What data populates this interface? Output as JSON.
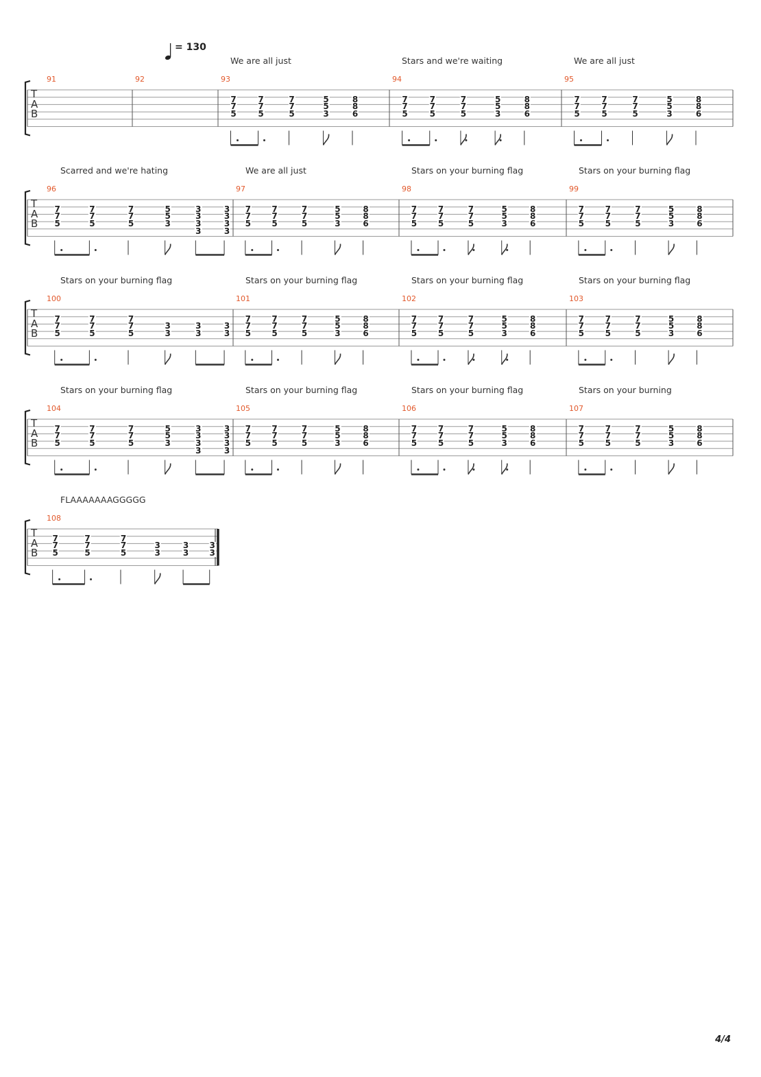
{
  "tempo": {
    "bpm_text": "= 130",
    "icon": "quarter-note-icon"
  },
  "page_number": "4/4",
  "tab_clef": [
    "T",
    "A",
    "B"
  ],
  "systems": [
    {
      "measures": [
        {
          "num": "91",
          "lyric": "",
          "beats": [],
          "rhythm": []
        },
        {
          "num": "92",
          "lyric": "",
          "beats": [],
          "rhythm": []
        },
        {
          "num": "93",
          "lyric": "We are all just",
          "beats": [
            [
              "7",
              "7",
              "5"
            ],
            [
              "7",
              "7",
              "5"
            ],
            [
              "7",
              "7",
              "5"
            ],
            [
              "5",
              "5",
              "3"
            ],
            [
              "8",
              "8",
              "6"
            ]
          ],
          "rhythm": [
            "beam",
            "dot",
            "q",
            "f",
            "q"
          ]
        },
        {
          "num": "94",
          "lyric": "Stars and we're waiting",
          "beats": [
            [
              "7",
              "7",
              "5"
            ],
            [
              "7",
              "7",
              "5"
            ],
            [
              "7",
              "7",
              "5"
            ],
            [
              "5",
              "5",
              "3"
            ],
            [
              "8",
              "8",
              "6"
            ]
          ],
          "rhythm": [
            "beam",
            "dot",
            "fdot",
            "fdot",
            "q"
          ]
        },
        {
          "num": "95",
          "lyric": "We are all just",
          "beats": [
            [
              "7",
              "7",
              "5"
            ],
            [
              "7",
              "7",
              "5"
            ],
            [
              "7",
              "7",
              "5"
            ],
            [
              "5",
              "5",
              "3"
            ],
            [
              "8",
              "8",
              "6"
            ]
          ],
          "rhythm": [
            "beam",
            "dot",
            "q",
            "f",
            "q"
          ]
        }
      ]
    },
    {
      "measures": [
        {
          "num": "96",
          "lyric": "Scarred and we're hating",
          "beats": [
            [
              "7",
              "7",
              "5"
            ],
            [
              "7",
              "7",
              "5"
            ],
            [
              "7",
              "7",
              "5"
            ],
            [
              "5",
              "5",
              "3"
            ],
            [
              "3",
              "3",
              "3",
              "3"
            ],
            [
              "3",
              "3",
              "3",
              "3"
            ]
          ],
          "rhythm": [
            "beam",
            "dot",
            "q",
            "f",
            "beam2"
          ]
        },
        {
          "num": "97",
          "lyric": "We are all just",
          "beats": [
            [
              "7",
              "7",
              "5"
            ],
            [
              "7",
              "7",
              "5"
            ],
            [
              "7",
              "7",
              "5"
            ],
            [
              "5",
              "5",
              "3"
            ],
            [
              "8",
              "8",
              "6"
            ]
          ],
          "rhythm": [
            "beam",
            "dot",
            "q",
            "f",
            "q"
          ]
        },
        {
          "num": "98",
          "lyric": "Stars on your burning flag",
          "beats": [
            [
              "7",
              "7",
              "5"
            ],
            [
              "7",
              "7",
              "5"
            ],
            [
              "7",
              "7",
              "5"
            ],
            [
              "5",
              "5",
              "3"
            ],
            [
              "8",
              "8",
              "6"
            ]
          ],
          "rhythm": [
            "beam",
            "dot",
            "fdot",
            "fdot",
            "q"
          ]
        },
        {
          "num": "99",
          "lyric": "Stars on your burning flag",
          "beats": [
            [
              "7",
              "7",
              "5"
            ],
            [
              "7",
              "7",
              "5"
            ],
            [
              "7",
              "7",
              "5"
            ],
            [
              "5",
              "5",
              "3"
            ],
            [
              "8",
              "8",
              "6"
            ]
          ],
          "rhythm": [
            "beam",
            "dot",
            "q",
            "f",
            "q"
          ]
        }
      ]
    },
    {
      "measures": [
        {
          "num": "100",
          "lyric": "Stars on your burning flag",
          "beats": [
            [
              "7",
              "7",
              "5"
            ],
            [
              "7",
              "7",
              "5"
            ],
            [
              "7",
              "7",
              "5"
            ],
            [
              "",
              "3",
              "3"
            ],
            [
              "",
              "3",
              "3"
            ],
            [
              "",
              "3",
              "3"
            ]
          ],
          "rhythm": [
            "beam",
            "dot",
            "q",
            "f",
            "beam2"
          ]
        },
        {
          "num": "101",
          "lyric": "Stars on your burning flag",
          "beats": [
            [
              "7",
              "7",
              "5"
            ],
            [
              "7",
              "7",
              "5"
            ],
            [
              "7",
              "7",
              "5"
            ],
            [
              "5",
              "5",
              "3"
            ],
            [
              "8",
              "8",
              "6"
            ]
          ],
          "rhythm": [
            "beam",
            "dot",
            "q",
            "f",
            "q"
          ]
        },
        {
          "num": "102",
          "lyric": "Stars on your burning flag",
          "beats": [
            [
              "7",
              "7",
              "5"
            ],
            [
              "7",
              "7",
              "5"
            ],
            [
              "7",
              "7",
              "5"
            ],
            [
              "5",
              "5",
              "3"
            ],
            [
              "8",
              "8",
              "6"
            ]
          ],
          "rhythm": [
            "beam",
            "dot",
            "fdot",
            "fdot",
            "q"
          ]
        },
        {
          "num": "103",
          "lyric": "Stars on your burning flag",
          "beats": [
            [
              "7",
              "7",
              "5"
            ],
            [
              "7",
              "7",
              "5"
            ],
            [
              "7",
              "7",
              "5"
            ],
            [
              "5",
              "5",
              "3"
            ],
            [
              "8",
              "8",
              "6"
            ]
          ],
          "rhythm": [
            "beam",
            "dot",
            "q",
            "f",
            "q"
          ]
        }
      ]
    },
    {
      "measures": [
        {
          "num": "104",
          "lyric": "Stars on your burning flag",
          "beats": [
            [
              "7",
              "7",
              "5"
            ],
            [
              "7",
              "7",
              "5"
            ],
            [
              "7",
              "7",
              "5"
            ],
            [
              "5",
              "5",
              "3"
            ],
            [
              "3",
              "3",
              "3",
              "3"
            ],
            [
              "3",
              "3",
              "3",
              "3"
            ]
          ],
          "rhythm": [
            "beam",
            "dot",
            "q",
            "f",
            "beam2"
          ]
        },
        {
          "num": "105",
          "lyric": "Stars on your burning flag",
          "beats": [
            [
              "7",
              "7",
              "5"
            ],
            [
              "7",
              "7",
              "5"
            ],
            [
              "7",
              "7",
              "5"
            ],
            [
              "5",
              "5",
              "3"
            ],
            [
              "8",
              "8",
              "6"
            ]
          ],
          "rhythm": [
            "beam",
            "dot",
            "q",
            "f",
            "q"
          ]
        },
        {
          "num": "106",
          "lyric": "Stars on your burning flag",
          "beats": [
            [
              "7",
              "7",
              "5"
            ],
            [
              "7",
              "7",
              "5"
            ],
            [
              "7",
              "7",
              "5"
            ],
            [
              "5",
              "5",
              "3"
            ],
            [
              "8",
              "8",
              "6"
            ]
          ],
          "rhythm": [
            "beam",
            "dot",
            "fdot",
            "fdot",
            "q"
          ]
        },
        {
          "num": "107",
          "lyric": "Stars on your burning",
          "beats": [
            [
              "7",
              "7",
              "5"
            ],
            [
              "7",
              "7",
              "5"
            ],
            [
              "7",
              "7",
              "5"
            ],
            [
              "5",
              "5",
              "3"
            ],
            [
              "8",
              "8",
              "6"
            ]
          ],
          "rhythm": [
            "beam",
            "dot",
            "q",
            "f",
            "q"
          ]
        }
      ]
    },
    {
      "measures": [
        {
          "num": "108",
          "lyric": "FLAAAAAAAGGGGG",
          "beats": [
            [
              "7",
              "7",
              "5"
            ],
            [
              "7",
              "7",
              "5"
            ],
            [
              "7",
              "7",
              "5"
            ],
            [
              "",
              "3",
              "3"
            ],
            [
              "",
              "3",
              "3"
            ],
            [
              "",
              "3",
              "3"
            ]
          ],
          "rhythm": [
            "beam",
            "dot",
            "q",
            "f",
            "beam2"
          ]
        }
      ],
      "final": true
    }
  ]
}
